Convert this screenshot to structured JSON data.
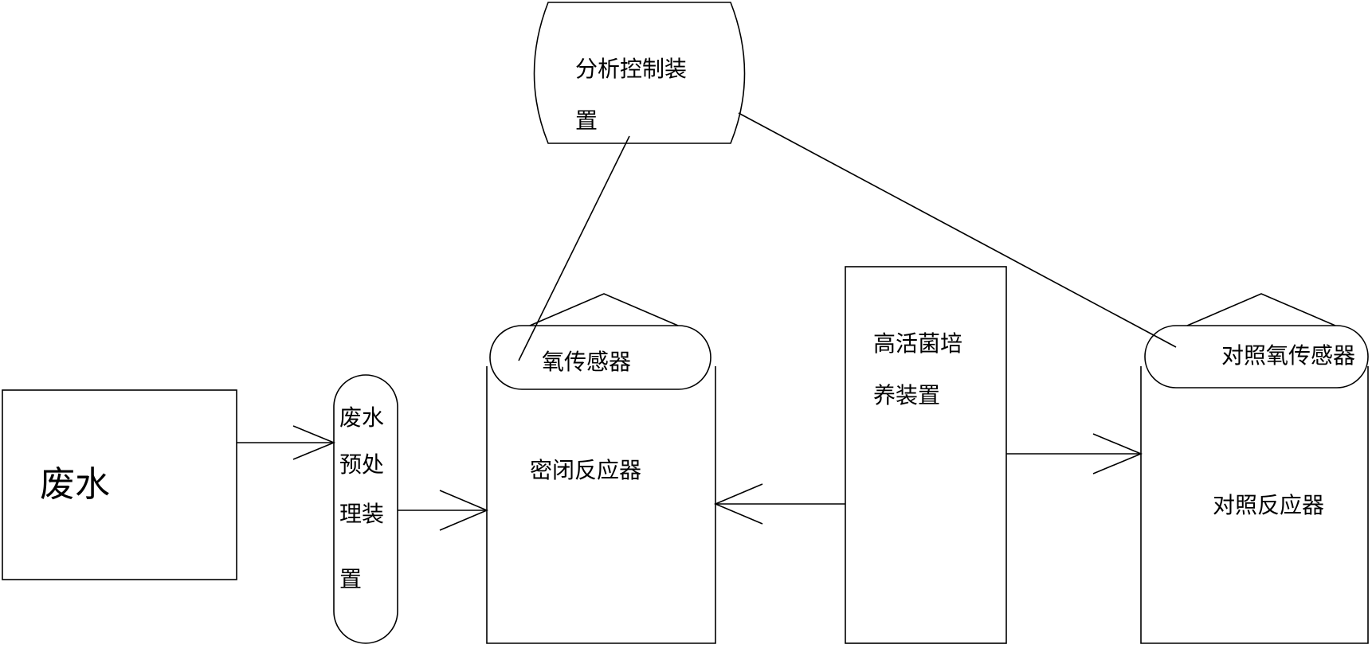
{
  "diagram": {
    "nodes": {
      "wastewater": {
        "label": "废水"
      },
      "pretreatment": {
        "lines": [
          "废水",
          "预处",
          "理装",
          "置"
        ]
      },
      "analysis_control": {
        "lines": [
          "分析控制装",
          "置"
        ]
      },
      "oxygen_sensor": {
        "label": "氧传感器"
      },
      "sealed_reactor": {
        "label": "密闭反应器"
      },
      "bacteria_culture": {
        "lines": [
          "高活菌培",
          "养装置"
        ]
      },
      "control_oxygen_sensor": {
        "label": "对照氧传感器"
      },
      "control_reactor": {
        "label": "对照反应器"
      }
    }
  }
}
